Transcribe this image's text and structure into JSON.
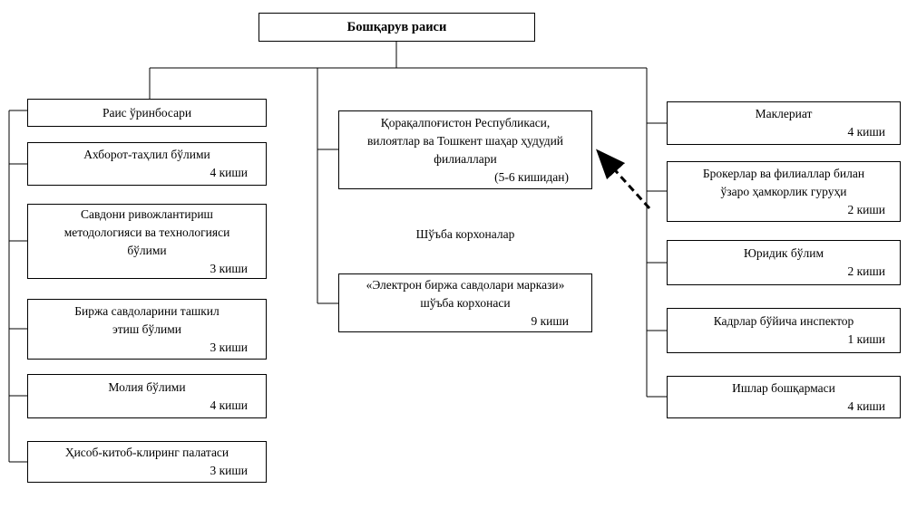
{
  "page": {
    "background_color": "#ffffff",
    "line_color": "#000000"
  },
  "root": {
    "title": "Бошқарув раиси"
  },
  "left_column": {
    "boxes": [
      {
        "title": "Раис ўринбосари"
      },
      {
        "title": "Ахборот-таҳлил бўлими",
        "count": "4 киши"
      },
      {
        "title": "Савдони ривожлантириш методологияси ва технологияси бўлими",
        "count": "3 киши"
      },
      {
        "title": "Биржа савдоларини ташкил этиш бўлими",
        "count": "3 киши"
      },
      {
        "title": "Молия бўлими",
        "count": "4 киши"
      },
      {
        "title": "Ҳисоб-китоб-клиринг палатаси",
        "count": "3 киши"
      }
    ]
  },
  "middle_column": {
    "regional_branches_box": {
      "title": "Қорақалпоғистон Республикаси, вилоятлар ва Тошкент шаҳар ҳудудий филиаллари",
      "count": "(5-6 кишидан)"
    },
    "section_label": "Шўъба корхоналар",
    "subsidiary_box": {
      "title": "«Электрон биржа савдолари маркази» шўъба корхонаси",
      "count": "9 киши"
    }
  },
  "right_column": {
    "boxes": [
      {
        "title": "Маклериат",
        "count": "4 киши"
      },
      {
        "title": "Брокерлар ва филиаллар билан ўзаро ҳамкорлик гуруҳи",
        "count": "2 киши"
      },
      {
        "title": "Юридик бўлим",
        "count": "2 киши"
      },
      {
        "title": "Кадрлар бўйича инспектор",
        "count": "1 киши"
      },
      {
        "title": "Ишлар бошқармаси",
        "count": "4 киши"
      }
    ]
  }
}
